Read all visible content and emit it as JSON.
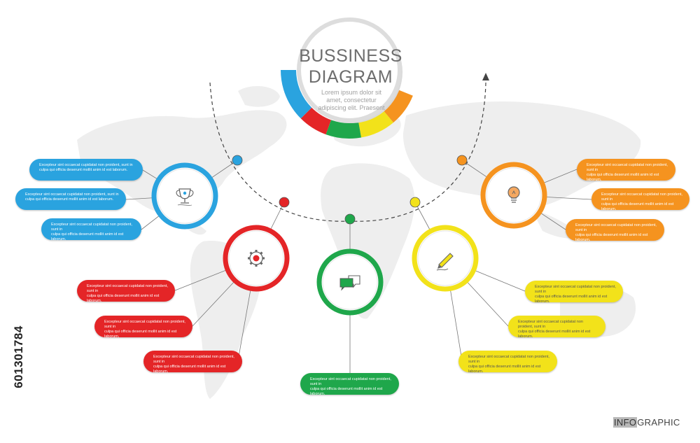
{
  "center": {
    "title_line1": "BUSSINESS",
    "title_line2": "DIAGRAM",
    "subtitle_lines": [
      "Lorem ipsum dolor sit",
      "amet, consectetur",
      "adipiscing elit. Praesent"
    ]
  },
  "colors": {
    "blue": "#2aa3df",
    "red": "#e42527",
    "green": "#1fa74b",
    "yellow": "#f2e21a",
    "orange": "#f5931f",
    "map": "#eeeeee",
    "line": "#777777"
  },
  "nodes": [
    {
      "color": "blue",
      "icon": "trophy-icon",
      "boxes": [
        {
          "line1": "Excepteur sint occaecat cupidatat non proident, sunt in",
          "line2": "culpa qui officia deserunt mollit anim id est laborum."
        },
        {
          "line1": "Excepteur sint occaecat cupidatat non proident, sunt in",
          "line2": "culpa qui officia deserunt mollit anim id est laborum."
        },
        {
          "line1": "Excepteur sint occaecat cupidatat non proident, sunt in",
          "line2": "culpa qui officia deserunt mollit anim id est laborum."
        }
      ]
    },
    {
      "color": "red",
      "icon": "gear-icon",
      "boxes": [
        {
          "line1": "Excepteur sint occaecat cupidatat non proident, sunt in",
          "line2": "culpa qui officia deserunt mollit anim id est laborum."
        },
        {
          "line1": "Excepteur sint occaecat cupidatat non proident, sunt in",
          "line2": "culpa qui officia deserunt mollit anim id est laborum."
        },
        {
          "line1": "Excepteur sint occaecat cupidatat non proident, sunt in",
          "line2": "culpa qui officia deserunt mollit anim id est laborum."
        }
      ]
    },
    {
      "color": "green",
      "icon": "chat-bubbles-icon",
      "boxes": [
        {
          "line1": "Excepteur sint occaecat cupidatat non proident, sunt in",
          "line2": "culpa qui officia deserunt mollit anim id est laborum."
        }
      ]
    },
    {
      "color": "yellow",
      "icon": "pencil-icon",
      "boxes": [
        {
          "line1": "Excepteur sint occaecat cupidatat non proident, sunt in",
          "line2": "culpa qui officia deserunt mollit anim id est laborum."
        },
        {
          "line1": "Excepteur sint occaecat cupidatat non proident, sunt in",
          "line2": "culpa qui officia deserunt mollit anim id est laborum."
        },
        {
          "line1": "Excepteur sint occaecat cupidatat non proident, sunt in",
          "line2": "culpa qui officia deserunt mollit anim id est laborum."
        }
      ]
    },
    {
      "color": "orange",
      "icon": "lightbulb-icon",
      "boxes": [
        {
          "line1": "Excepteur sint occaecat cupidatat non proident, sunt in",
          "line2": "culpa qui officia deserunt mollit anim id est laborum."
        },
        {
          "line1": "Excepteur sint occaecat cupidatat non proident, sunt in",
          "line2": "culpa qui officia deserunt mollit anim id est laborum."
        },
        {
          "line1": "Excepteur sint occaecat cupidatat non proident, sunt in",
          "line2": "culpa qui officia deserunt mollit anim id est laborum."
        }
      ]
    }
  ],
  "footer": {
    "label_highlight": "INFO",
    "label_rest": "GRAPHIC"
  },
  "stock_id": "601301784"
}
